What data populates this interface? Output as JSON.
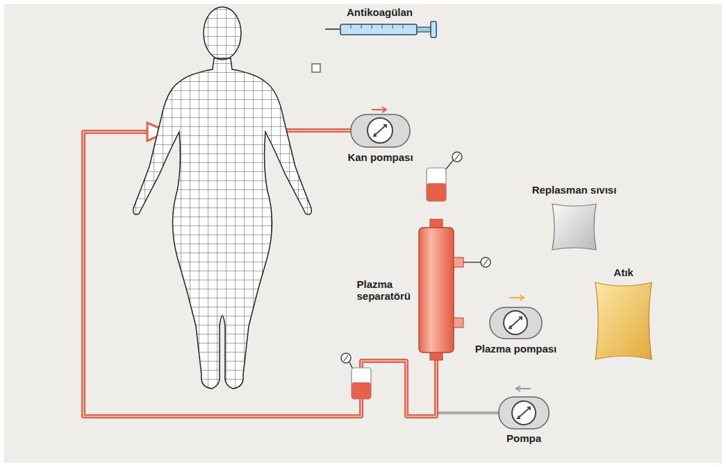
{
  "diagram": {
    "nodes": [
      {
        "text": [
          "Antikoagülan"
        ]
      },
      {
        "text": [
          "Kan pompası"
        ]
      },
      {
        "text": [
          "Replasman sıvısı"
        ]
      },
      {
        "text": [
          "Plazma separatörü"
        ]
      },
      {
        "text": [
          "Plazma pompası"
        ]
      },
      {
        "text": [
          "Atık"
        ]
      },
      {
        "text": [
          "Pompa"
        ]
      }
    ],
    "edges": [
      {
        "from": 0,
        "to": 1,
        "arrow": "none"
      },
      {
        "from": 1,
        "to": 3,
        "arrow": "none"
      },
      {
        "from": 3,
        "to": 4,
        "arrow": "none"
      },
      {
        "from": 4,
        "to": 5,
        "arrow": "none"
      },
      {
        "from": 2,
        "to": 6,
        "arrow": "none"
      }
    ]
  }
}
